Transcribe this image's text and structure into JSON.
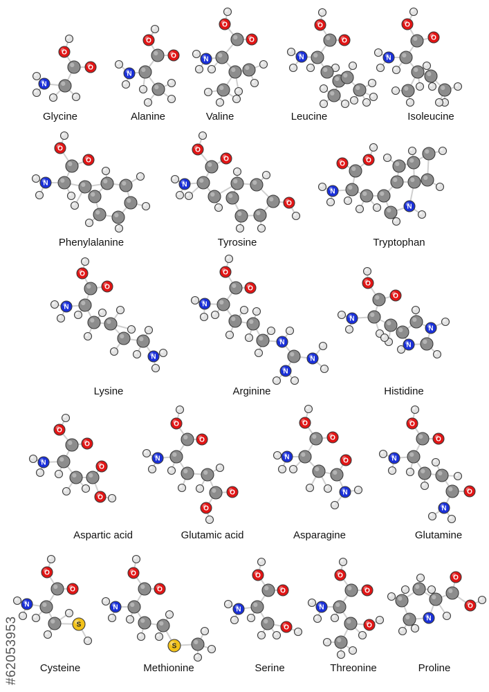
{
  "colors": {
    "carbon": "#8c8c8c",
    "hydrogen": "#e2e2e2",
    "oxygen": "#e01515",
    "nitrogen": "#1a30d8",
    "sulfur": "#f2c21a",
    "bond": "#cfcfcf",
    "outline": "#3a3a3a"
  },
  "atom_labels": {
    "N": "N",
    "O": "O",
    "S": "S"
  },
  "amino_acids": [
    {
      "name": "Glycine"
    },
    {
      "name": "Alanine"
    },
    {
      "name": "Valine"
    },
    {
      "name": "Leucine"
    },
    {
      "name": "Isoleucine"
    },
    {
      "name": "Phenylalanine"
    },
    {
      "name": "Tyrosine"
    },
    {
      "name": "Tryptophan"
    },
    {
      "name": "Lysine"
    },
    {
      "name": "Arginine"
    },
    {
      "name": "Histidine"
    },
    {
      "name": "Aspartic acid"
    },
    {
      "name": "Glutamic acid"
    },
    {
      "name": "Asparagine"
    },
    {
      "name": "Glutamine"
    },
    {
      "name": "Cysteine"
    },
    {
      "name": "Methionine"
    },
    {
      "name": "Serine"
    },
    {
      "name": "Threonine"
    },
    {
      "name": "Proline"
    }
  ],
  "watermark": {
    "id": "#62053953"
  }
}
